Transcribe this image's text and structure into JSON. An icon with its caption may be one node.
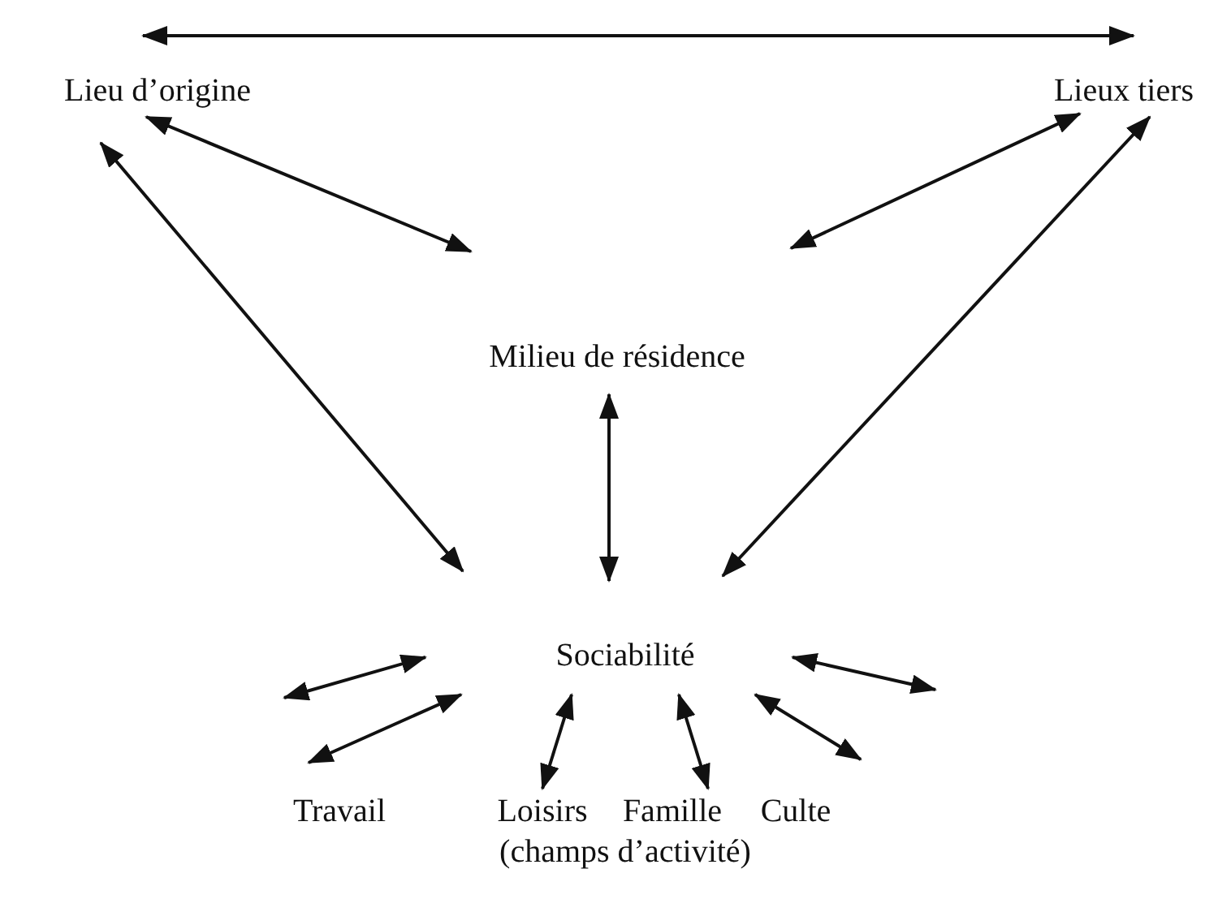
{
  "diagram": {
    "nodes": [
      {
        "text": [
          "Lieu d’origine"
        ]
      },
      {
        "text": [
          "Lieux tiers"
        ]
      },
      {
        "text": [
          "Milieu de résidence"
        ]
      },
      {
        "text": [
          "Sociabilité"
        ]
      },
      {
        "text": [
          "Travail"
        ]
      },
      {
        "text": [
          "Loisirs"
        ]
      },
      {
        "text": [
          "Famille"
        ]
      },
      {
        "text": [
          "Culte"
        ]
      }
    ],
    "edges": [
      {
        "from": 0,
        "to": 1,
        "arrow": "both"
      },
      {
        "from": 0,
        "to": 2,
        "arrow": "both"
      },
      {
        "from": 0,
        "to": 3,
        "arrow": "both"
      },
      {
        "from": 1,
        "to": 2,
        "arrow": "both"
      },
      {
        "from": 1,
        "to": 3,
        "arrow": "both"
      },
      {
        "from": 2,
        "to": 3,
        "arrow": "both"
      },
      {
        "from": 3,
        "to": 4,
        "arrow": "both"
      },
      {
        "from": 3,
        "to": 5,
        "arrow": "both"
      },
      {
        "from": 3,
        "to": 6,
        "arrow": "both"
      },
      {
        "from": 3,
        "to": 7,
        "arrow": "both"
      }
    ],
    "labels": [
      "(champs d’activité)"
    ]
  }
}
